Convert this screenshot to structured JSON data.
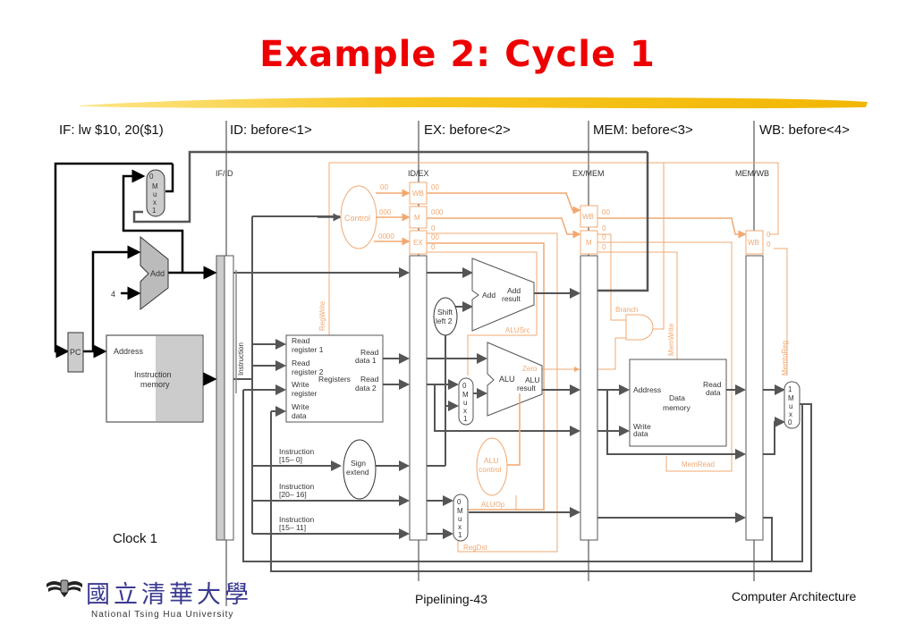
{
  "slide": {
    "title": "Example 2: Cycle 1",
    "clock_label": "Clock 1",
    "footer_center": "Pipelining-43",
    "footer_right": "Computer Architecture",
    "logo": {
      "chinese_name": "國立清華大學",
      "english_name": "National Tsing Hua University",
      "icon": "ntu-emblem-icon"
    },
    "colors": {
      "title": "#ee0000",
      "control_lines": "#f0a870",
      "datapath": "#555555",
      "swoosh": "#f5c518"
    }
  },
  "stages": [
    {
      "name": "IF",
      "label": "IF: lw $10, 20($1)"
    },
    {
      "name": "ID",
      "label": "ID: before<1>"
    },
    {
      "name": "EX",
      "label": "EX: before<2>"
    },
    {
      "name": "MEM",
      "label": "MEM: before<3>"
    },
    {
      "name": "WB",
      "label": "WB: before<4>"
    }
  ],
  "pipeline_registers": [
    "IF/ID",
    "ID/EX",
    "EX/MEM",
    "MEM/WB"
  ],
  "components": {
    "pc": "PC",
    "add_if": "Add",
    "const4": "4",
    "mux_if": [
      "0",
      "M",
      "u",
      "x",
      "1"
    ],
    "instr_mem": {
      "address": "Address",
      "name1": "Instruction",
      "name2": "memory"
    },
    "instruction_bus": "Instruction",
    "registers": {
      "rr1a": "Read",
      "rr1b": "register 1",
      "rr2a": "Read",
      "rr2b": "register 2",
      "wra": "Write",
      "wrb": "register",
      "wda": "Write",
      "wdb": "data",
      "name": "Registers",
      "rd1a": "Read",
      "rd1b": "data 1",
      "rd2a": "Read",
      "rd2b": "data 2"
    },
    "control": "Control",
    "control_values": {
      "wb": "00",
      "m": "000",
      "ex": "0000"
    },
    "idex_values": {
      "wb": "00",
      "m": "000",
      "ex_top": "0",
      "ex_mid": "00",
      "ex_bot": "0"
    },
    "idex_fields": [
      "WB",
      "M",
      "EX"
    ],
    "exmem_fields": [
      "WB",
      "M"
    ],
    "exmem_values": {
      "wb": "00",
      "m0": "0",
      "m1": "0",
      "m2": "0"
    },
    "memwb_fields": [
      "WB"
    ],
    "memwb_values": {
      "v0": "0",
      "v1": "0"
    },
    "sign_extend": {
      "a": "Sign",
      "b": "extend"
    },
    "shift_left": {
      "a": "Shift",
      "b": "left 2"
    },
    "add_ex": {
      "name": "Add",
      "res_a": "Add",
      "res_b": "result"
    },
    "alu": {
      "name": "ALU",
      "zero": "Zero",
      "res_a": "ALU",
      "res_b": "result"
    },
    "alu_control": {
      "a": "ALU",
      "b": "control"
    },
    "mux_alu": [
      "0",
      "M",
      "u",
      "x",
      "1"
    ],
    "mux_regdst": [
      "0",
      "M",
      "u",
      "x",
      "1"
    ],
    "mux_wb": [
      "1",
      "M",
      "u",
      "x",
      "0"
    ],
    "data_mem": {
      "address": "Address",
      "name1": "Data",
      "name2": "memory",
      "rd_a": "Read",
      "rd_b": "data",
      "wd_a": "Write",
      "wd_b": "data"
    },
    "instr_fields": [
      {
        "a": "Instruction",
        "b": "[15– 0]"
      },
      {
        "a": "Instruction",
        "b": "[20– 16]"
      },
      {
        "a": "Instruction",
        "b": "[15– 11]"
      }
    ],
    "signals": {
      "regwrite": "RegWrite",
      "alusrc": "ALUSrc",
      "aluop": "ALUOp",
      "regdst": "RegDst",
      "branch": "Branch",
      "memwrite": "MemWrite",
      "memread": "MemRead",
      "memtoreg": "MemtoReg"
    }
  }
}
